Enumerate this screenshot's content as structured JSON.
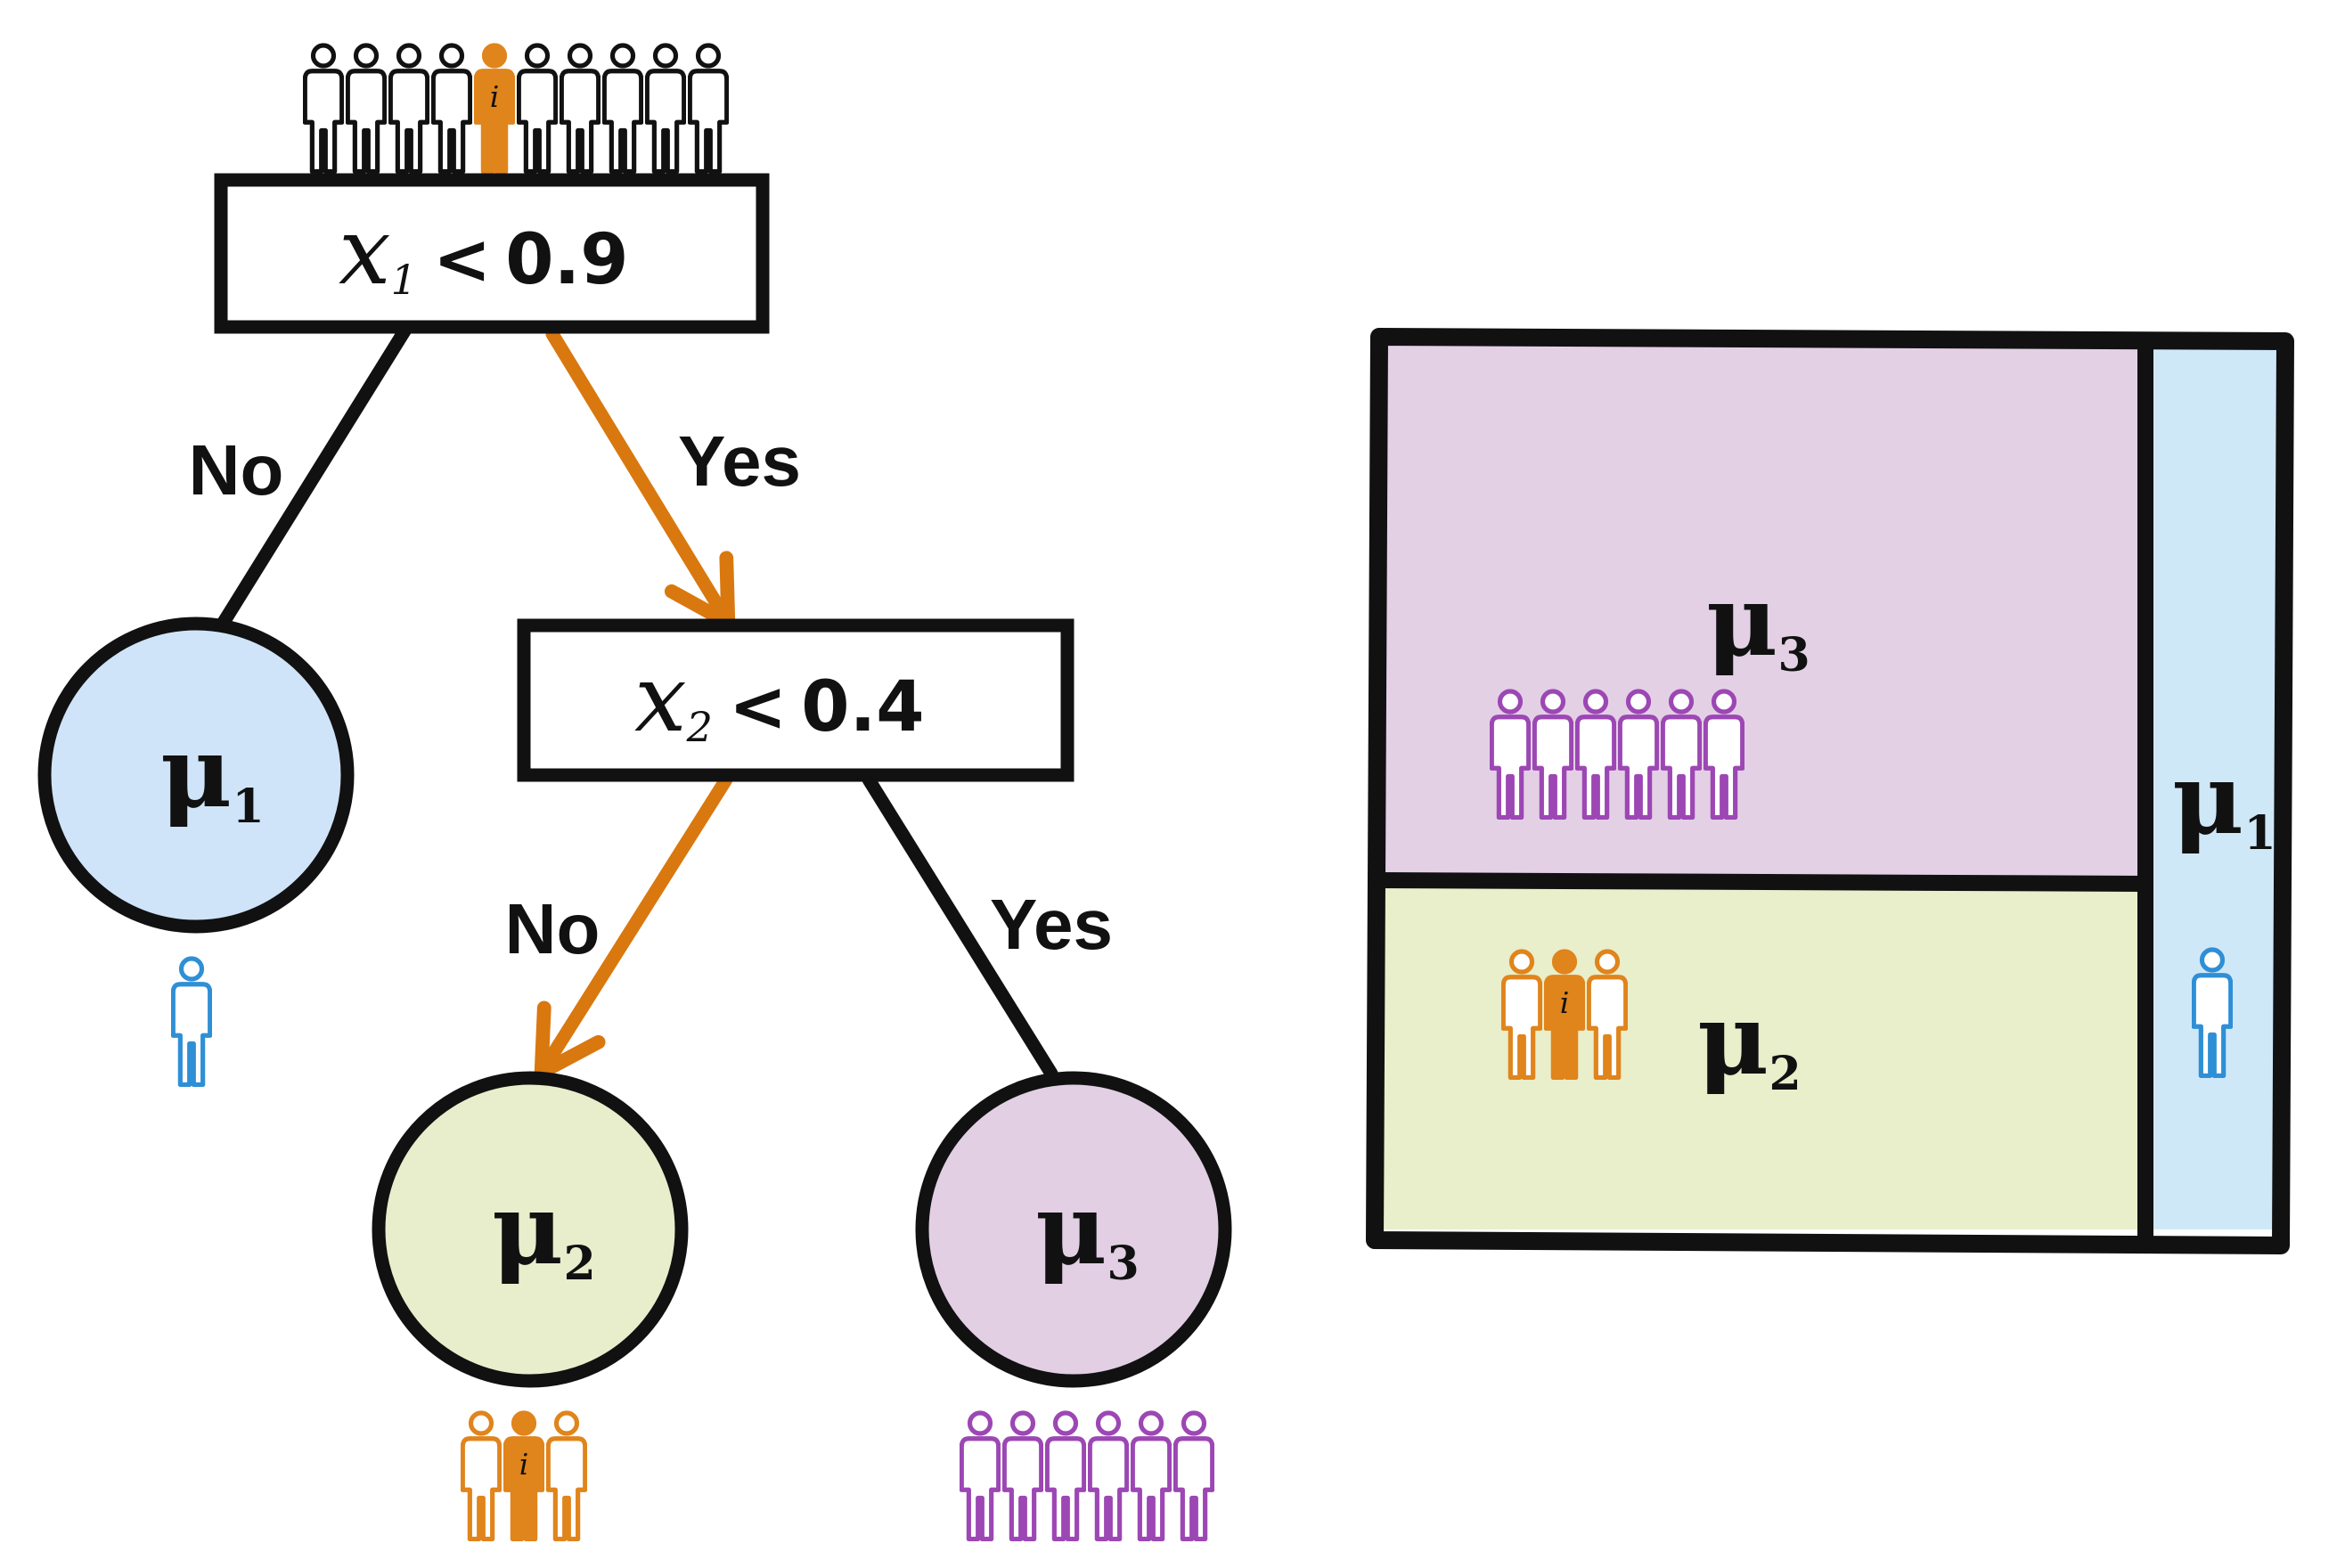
{
  "colors": {
    "outline": "#111111",
    "highlight": "#d9780f",
    "leaf1_fill": "#cfe4f8",
    "leaf2_fill": "#e8eecc",
    "leaf3_fill": "#e2cfe4",
    "person_blue": "#2f8fd6",
    "person_orange": "#e0841c",
    "person_purple": "#9c47b4",
    "region1_fill": "#cfe8f8",
    "region2_fill": "#e9eecb",
    "region3_fill": "#e3d0e5"
  },
  "icons": {
    "person": "person-icon",
    "highlighted_person": "highlighted-person-icon"
  },
  "tree": {
    "root": {
      "var": "x",
      "sub": "1",
      "op": "<",
      "threshold": "0.9",
      "population": {
        "count": 10,
        "highlighted_index": 4,
        "marker": "i"
      }
    },
    "root_no_label": "No",
    "root_yes_label": "Yes",
    "node2": {
      "var": "x",
      "sub": "2",
      "op": "<",
      "threshold": "0.4"
    },
    "node2_no_label": "No",
    "node2_yes_label": "Yes",
    "leaves": [
      {
        "id": "leaf1",
        "symbol": "μ",
        "sub": "1",
        "population": {
          "count": 1,
          "color": "blue",
          "highlighted_index": null
        }
      },
      {
        "id": "leaf2",
        "symbol": "μ",
        "sub": "2",
        "population": {
          "count": 3,
          "color": "orange",
          "highlighted_index": 1,
          "marker": "i"
        }
      },
      {
        "id": "leaf3",
        "symbol": "μ",
        "sub": "3",
        "population": {
          "count": 6,
          "color": "purple",
          "highlighted_index": null
        }
      }
    ]
  },
  "partition": {
    "regions": [
      {
        "id": "region3",
        "symbol": "μ",
        "sub": "3",
        "population": {
          "count": 6,
          "color": "purple",
          "highlighted_index": null
        }
      },
      {
        "id": "region2",
        "symbol": "μ",
        "sub": "2",
        "population": {
          "count": 3,
          "color": "orange",
          "highlighted_index": 1,
          "marker": "i"
        }
      },
      {
        "id": "region1",
        "symbol": "μ",
        "sub": "1",
        "population": {
          "count": 1,
          "color": "blue",
          "highlighted_index": null
        }
      }
    ]
  }
}
